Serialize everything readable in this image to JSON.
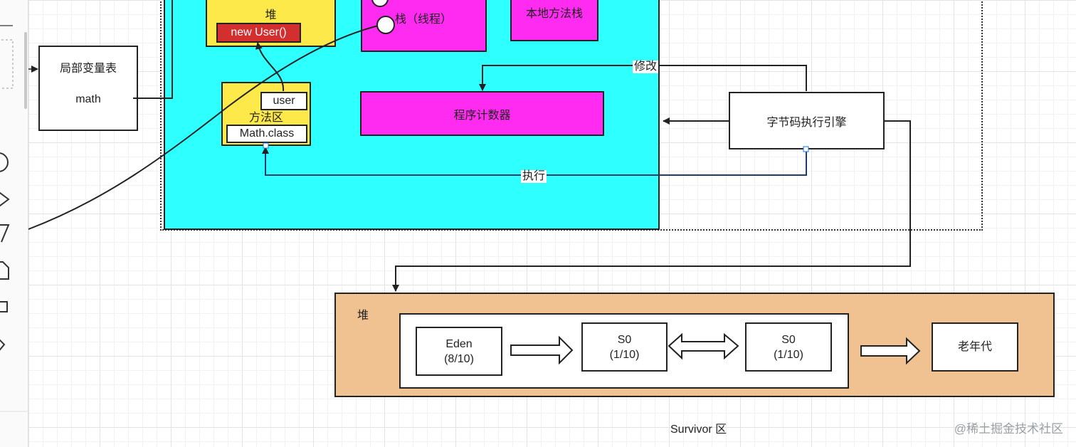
{
  "diagram": {
    "local_vars_table": {
      "title": "局部变量表",
      "entry": "math"
    },
    "heap_small": {
      "title": "堆",
      "object": "new User()"
    },
    "method_area": {
      "title": "方法区",
      "ref": "user",
      "class": "Math.class"
    },
    "stack_thread": {
      "title": "栈（线程）"
    },
    "native_stack": {
      "title": "本地方法栈"
    },
    "program_counter": {
      "title": "程序计数器"
    },
    "bytecode_engine": {
      "title": "字节码执行引擎"
    },
    "edges": {
      "modify": "修改",
      "execute": "执行"
    },
    "heap": {
      "title": "堆",
      "eden": {
        "name": "Eden",
        "ratio": "(8/10)"
      },
      "s0_a": {
        "name": "S0",
        "ratio": "(1/10)"
      },
      "s0_b": {
        "name": "S0",
        "ratio": "(1/10)"
      },
      "old_gen": {
        "name": "老年代"
      },
      "survivor_label": "Survivor 区"
    }
  },
  "watermark": "@稀土掘金技术社区",
  "colors": {
    "runtime_area": "#2effff",
    "heap_yellow": "#fde94a",
    "stack_magenta": "#ff2bf1",
    "object_red": "#d32f2f",
    "heap_panel": "#f0c292"
  }
}
